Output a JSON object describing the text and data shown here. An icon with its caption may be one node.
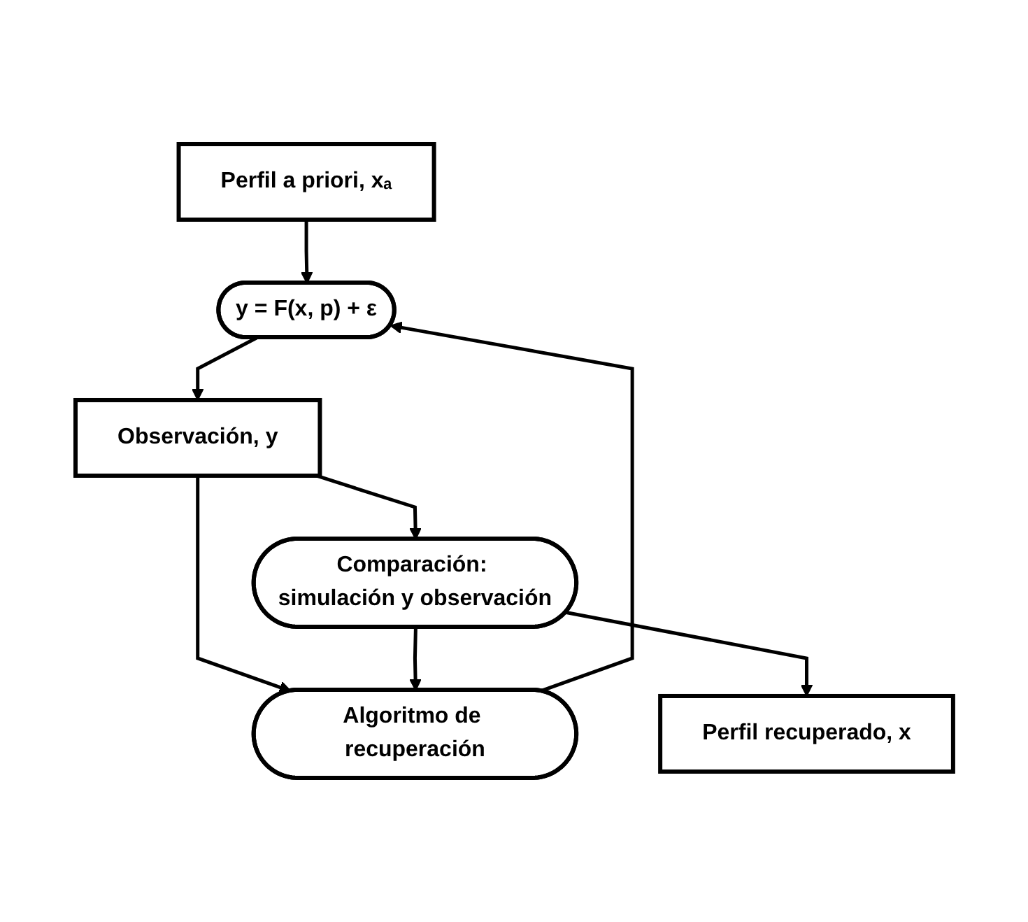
{
  "diagram": {
    "nodes": [
      {
        "text": [
          "Perfil a priori, xₐ"
        ]
      },
      {
        "text": [
          "y = F(x, p) + ε"
        ]
      },
      {
        "text": [
          "Observación, y"
        ]
      },
      {
        "text": [
          "Comparación: simulación y observación"
        ]
      },
      {
        "text": [
          "Perfil recuperado, x"
        ]
      },
      {
        "text": [
          "Algoritmo de recuperación"
        ]
      }
    ],
    "edges": [
      {
        "from": 0,
        "to": 1,
        "arrow": "to"
      },
      {
        "from": 1,
        "to": 2,
        "arrow": "to"
      },
      {
        "from": 2,
        "to": 5,
        "arrow": "to"
      },
      {
        "from": 2,
        "to": 3,
        "arrow": "to"
      },
      {
        "from": 3,
        "to": 5,
        "arrow": "to"
      },
      {
        "from": 5,
        "to": 1,
        "arrow": "to"
      },
      {
        "from": 3,
        "to": 4,
        "arrow": "to"
      }
    ]
  }
}
